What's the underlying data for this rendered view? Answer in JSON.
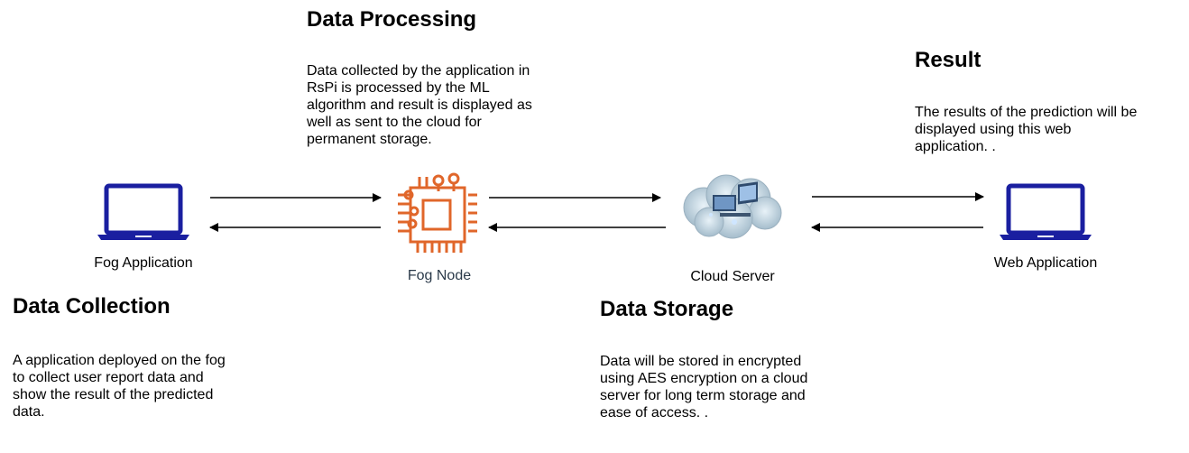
{
  "sections": {
    "data_processing": {
      "title": "Data Processing",
      "text": "Data collected by the application in\nRsPi is processed by the ML\nalgorithm and result is displayed as\nwell as sent to the cloud for\npermanent storage."
    },
    "result": {
      "title": "Result",
      "text": "The results of the prediction will be\ndisplayed using this web\napplication.    ."
    },
    "data_collection": {
      "title": "Data Collection",
      "text": "A application deployed on the fog\nto collect user report data and\nshow the result of the predicted\ndata."
    },
    "data_storage": {
      "title": "Data Storage",
      "text": "Data will be stored in encrypted\nusing AES encryption on a cloud\nserver for long term storage and\nease of access.    ."
    }
  },
  "nodes": {
    "fog_application": "Fog Application",
    "fog_node": "Fog Node",
    "cloud_server": "Cloud Server",
    "web_application": "Web Application"
  },
  "colors": {
    "laptop": "#1a1fa0",
    "fog_node": "#e0662a",
    "fog_node_label": "#2b3a4a",
    "arrow": "#000000"
  }
}
